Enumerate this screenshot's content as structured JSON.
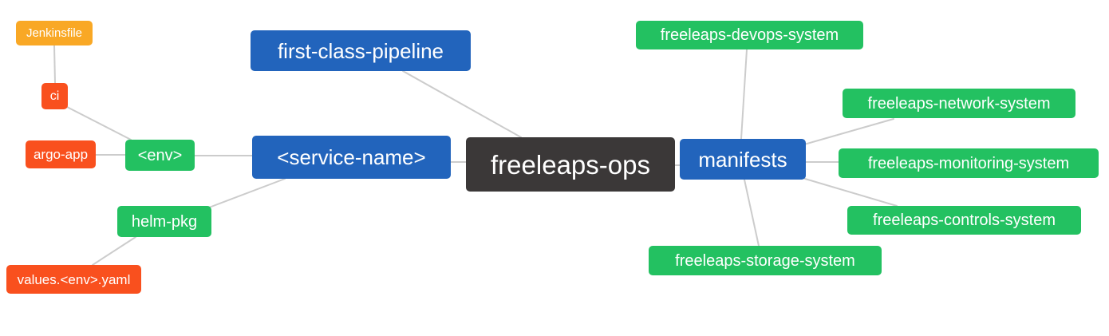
{
  "colors": {
    "blue": "#2264BC",
    "green": "#23C161",
    "amber": "#F9A825",
    "red": "#F9501E",
    "dark": "#3B3838",
    "edge": "#CCCCCC",
    "node_text": "#FFFFFF",
    "background": "#FFFFFF"
  },
  "diagram_type": "mindmap",
  "nodes": {
    "root": {
      "label": "freeleaps-ops"
    },
    "first_class_pipeline": {
      "label": "first-class-pipeline"
    },
    "service_name": {
      "label": "<service-name>"
    },
    "manifests": {
      "label": "manifests"
    },
    "env": {
      "label": "<env>"
    },
    "helm_pkg": {
      "label": "helm-pkg"
    },
    "argo_app": {
      "label": "argo-app"
    },
    "ci": {
      "label": "ci"
    },
    "jenkinsfile": {
      "label": "Jenkinsfile"
    },
    "values_env_yaml": {
      "label": "values.<env>.yaml"
    },
    "devops_system": {
      "label": "freeleaps-devops-system"
    },
    "network_system": {
      "label": "freeleaps-network-system"
    },
    "monitoring_system": {
      "label": "freeleaps-monitoring-system"
    },
    "controls_system": {
      "label": "freeleaps-controls-system"
    },
    "storage_system": {
      "label": "freeleaps-storage-system"
    }
  },
  "edges": [
    {
      "from": "jenkinsfile",
      "to": "ci"
    },
    {
      "from": "ci",
      "to": "env"
    },
    {
      "from": "argo_app",
      "to": "env"
    },
    {
      "from": "env",
      "to": "service_name"
    },
    {
      "from": "service_name",
      "to": "helm_pkg"
    },
    {
      "from": "helm_pkg",
      "to": "values_env_yaml"
    },
    {
      "from": "first_class_pipeline",
      "to": "root"
    },
    {
      "from": "service_name",
      "to": "root"
    },
    {
      "from": "root",
      "to": "manifests"
    },
    {
      "from": "manifests",
      "to": "devops_system"
    },
    {
      "from": "manifests",
      "to": "network_system"
    },
    {
      "from": "manifests",
      "to": "monitoring_system"
    },
    {
      "from": "manifests",
      "to": "controls_system"
    },
    {
      "from": "manifests",
      "to": "storage_system"
    }
  ]
}
